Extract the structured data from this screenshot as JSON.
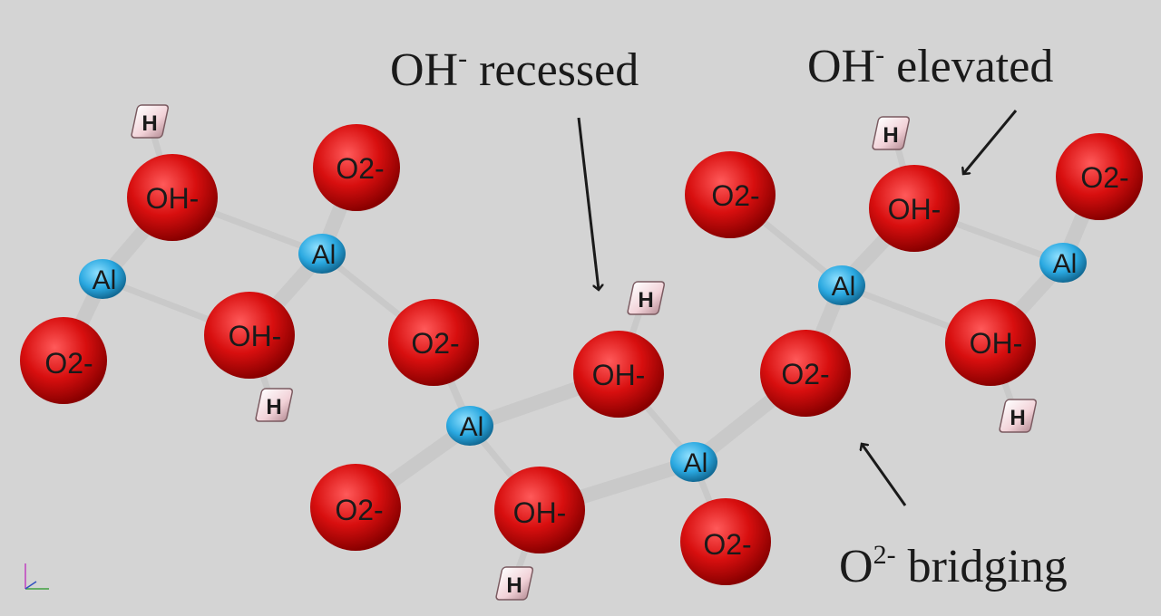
{
  "annotations": {
    "recessed": {
      "main": "OH",
      "sup": "-",
      "rest": " recessed"
    },
    "elevated": {
      "main": "OH",
      "sup": "-",
      "rest": " elevated"
    },
    "bridging": {
      "main": "O",
      "sup": "2-",
      "rest": " bridging"
    }
  },
  "atom_labels": {
    "o2": "O2-",
    "oh": "OH-",
    "al": "Al",
    "h": "H"
  },
  "colors": {
    "background": "#d4d4d4",
    "oxygen": "#d01010",
    "aluminum": "#2aa8e0",
    "hydrogen": "#f4d8dc",
    "bond": "#c8c8c8"
  }
}
